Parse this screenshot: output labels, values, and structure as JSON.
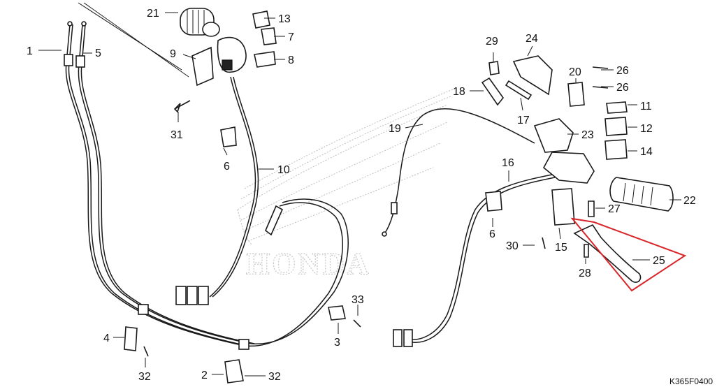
{
  "diagram": {
    "brand_watermark": "HONDA",
    "drawing_code": "K365F0400",
    "colors": {
      "line": "#1a1a1a",
      "highlight": "#d9262a",
      "watermark": "#c7c7c7"
    },
    "callouts": [
      {
        "id": "c1",
        "label": "1"
      },
      {
        "id": "c5",
        "label": "5"
      },
      {
        "id": "c21",
        "label": "21"
      },
      {
        "id": "c13",
        "label": "13"
      },
      {
        "id": "c7",
        "label": "7"
      },
      {
        "id": "c8",
        "label": "8"
      },
      {
        "id": "c9",
        "label": "9"
      },
      {
        "id": "c31",
        "label": "31"
      },
      {
        "id": "c6a",
        "label": "6"
      },
      {
        "id": "c10",
        "label": "10"
      },
      {
        "id": "c29",
        "label": "29"
      },
      {
        "id": "c24",
        "label": "24"
      },
      {
        "id": "c20",
        "label": "20"
      },
      {
        "id": "c26a",
        "label": "26"
      },
      {
        "id": "c26b",
        "label": "26"
      },
      {
        "id": "c18",
        "label": "18"
      },
      {
        "id": "c11",
        "label": "11"
      },
      {
        "id": "c17",
        "label": "17"
      },
      {
        "id": "c12",
        "label": "12"
      },
      {
        "id": "c19",
        "label": "19"
      },
      {
        "id": "c23",
        "label": "23"
      },
      {
        "id": "c14",
        "label": "14"
      },
      {
        "id": "c16",
        "label": "16"
      },
      {
        "id": "c22",
        "label": "22"
      },
      {
        "id": "c27",
        "label": "27"
      },
      {
        "id": "c6b",
        "label": "6"
      },
      {
        "id": "c30",
        "label": "30"
      },
      {
        "id": "c15",
        "label": "15"
      },
      {
        "id": "c25",
        "label": "25"
      },
      {
        "id": "c28",
        "label": "28"
      },
      {
        "id": "c33",
        "label": "33"
      },
      {
        "id": "c3",
        "label": "3"
      },
      {
        "id": "c4",
        "label": "4"
      },
      {
        "id": "c32a",
        "label": "32"
      },
      {
        "id": "c2",
        "label": "2"
      },
      {
        "id": "c32b",
        "label": "32"
      }
    ]
  }
}
